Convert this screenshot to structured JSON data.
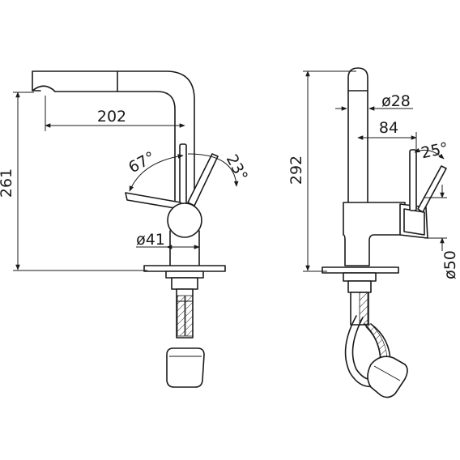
{
  "front_view": {
    "height": "261",
    "spout_reach": "202",
    "lever_angle_left": "67°",
    "lever_angle_right": "23°",
    "body_diameter": "ø41"
  },
  "side_view": {
    "height": "292",
    "spout_diameter": "ø28",
    "spout_offset": "84",
    "lever_angle": "25°",
    "base_diameter": "ø50"
  }
}
